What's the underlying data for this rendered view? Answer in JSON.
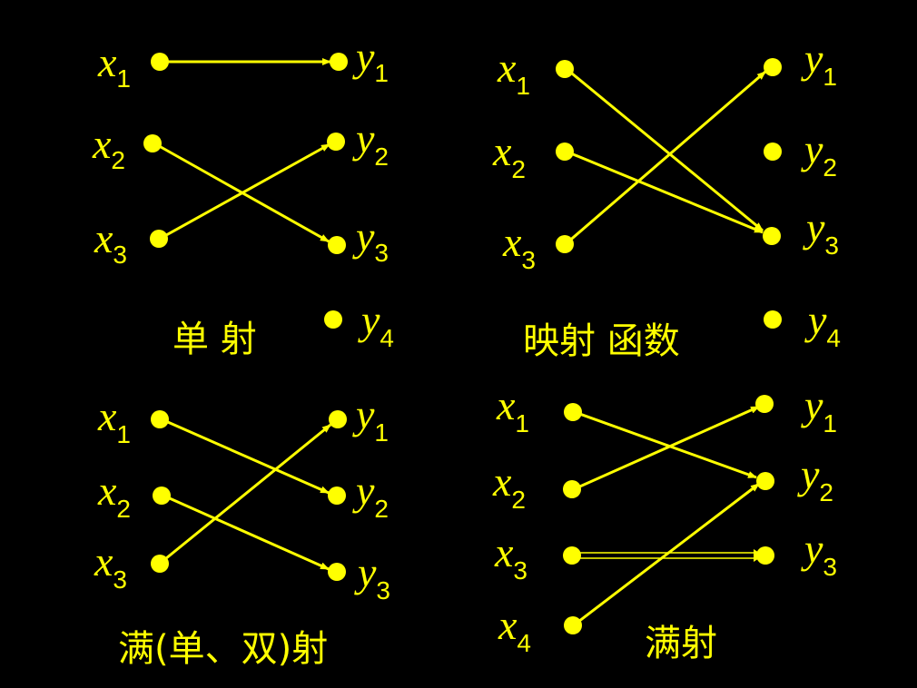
{
  "colors": {
    "background": "#000000",
    "foreground": "#ffff00"
  },
  "panels": [
    {
      "id": "injection",
      "caption": "单 射",
      "domain": [
        {
          "id": "x1",
          "base": "x",
          "sub": "1"
        },
        {
          "id": "x2",
          "base": "x",
          "sub": "2"
        },
        {
          "id": "x3",
          "base": "x",
          "sub": "3"
        }
      ],
      "codomain": [
        {
          "id": "y1",
          "base": "y",
          "sub": "1"
        },
        {
          "id": "y2",
          "base": "y",
          "sub": "2"
        },
        {
          "id": "y3",
          "base": "y",
          "sub": "3"
        },
        {
          "id": "y4",
          "base": "y",
          "sub": "4"
        }
      ],
      "mapping": [
        [
          "x1",
          "y1"
        ],
        [
          "x2",
          "y3"
        ],
        [
          "x3",
          "y2"
        ]
      ]
    },
    {
      "id": "function",
      "caption": "映射 函数",
      "domain": [
        {
          "id": "x1",
          "base": "x",
          "sub": "1"
        },
        {
          "id": "x2",
          "base": "x",
          "sub": "2"
        },
        {
          "id": "x3",
          "base": "x",
          "sub": "3"
        }
      ],
      "codomain": [
        {
          "id": "y1",
          "base": "y",
          "sub": "1"
        },
        {
          "id": "y2",
          "base": "y",
          "sub": "2"
        },
        {
          "id": "y3",
          "base": "y",
          "sub": "3"
        },
        {
          "id": "y4",
          "base": "y",
          "sub": "4"
        }
      ],
      "mapping": [
        [
          "x1",
          "y3"
        ],
        [
          "x2",
          "y3"
        ],
        [
          "x3",
          "y1"
        ]
      ]
    },
    {
      "id": "bijection",
      "caption": "满(单、双)射",
      "domain": [
        {
          "id": "x1",
          "base": "x",
          "sub": "1"
        },
        {
          "id": "x2",
          "base": "x",
          "sub": "2"
        },
        {
          "id": "x3",
          "base": "x",
          "sub": "3"
        }
      ],
      "codomain": [
        {
          "id": "y1",
          "base": "y",
          "sub": "1"
        },
        {
          "id": "y2",
          "base": "y",
          "sub": "2"
        },
        {
          "id": "y3",
          "base": "y",
          "sub": "3"
        }
      ],
      "mapping": [
        [
          "x1",
          "y2"
        ],
        [
          "x2",
          "y3"
        ],
        [
          "x3",
          "y1"
        ]
      ]
    },
    {
      "id": "surjection",
      "caption": "满射",
      "domain": [
        {
          "id": "x1",
          "base": "x",
          "sub": "1"
        },
        {
          "id": "x2",
          "base": "x",
          "sub": "2"
        },
        {
          "id": "x3",
          "base": "x",
          "sub": "3"
        },
        {
          "id": "x4",
          "base": "x",
          "sub": "4"
        }
      ],
      "codomain": [
        {
          "id": "y1",
          "base": "y",
          "sub": "1"
        },
        {
          "id": "y2",
          "base": "y",
          "sub": "2"
        },
        {
          "id": "y3",
          "base": "y",
          "sub": "3"
        }
      ],
      "mapping": [
        [
          "x1",
          "y2"
        ],
        [
          "x2",
          "y1"
        ],
        [
          "x3",
          "y3"
        ],
        [
          "x4",
          "y2"
        ]
      ]
    }
  ]
}
